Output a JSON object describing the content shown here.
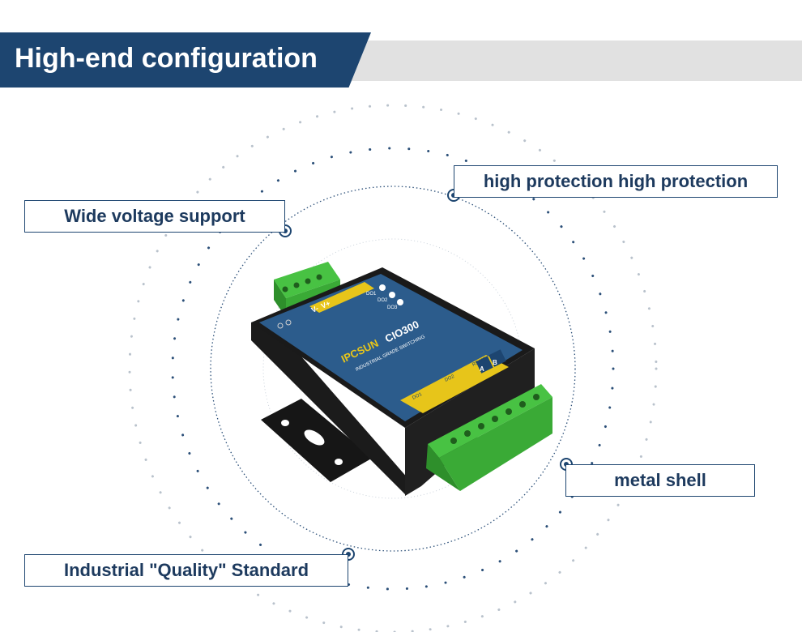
{
  "header": {
    "title": "High-end configuration"
  },
  "features": {
    "wide_voltage": "Wide voltage support",
    "protection": "high protection high protection",
    "metal_shell": "metal shell",
    "quality": "Industrial \"Quality\" Standard"
  },
  "device": {
    "brand": "IPCSUN",
    "model": "CIO300",
    "subtitle": "INDUSTRIAL GRADE SWITCHING",
    "power_label_neg": "V-",
    "power_label_pos": "V+",
    "led_1": "DO1",
    "led_2": "DO2",
    "led_3": "DO3",
    "port_a": "A",
    "port_b": "B",
    "group_do1": "DO1",
    "group_do2": "DO2",
    "group_rs485": "RS485"
  },
  "colors": {
    "header_blue": "#1d4570",
    "header_gray": "#e1e1e1",
    "terminal_green": "#3db53a",
    "panel_blue": "#2c5c8c",
    "label_text": "#1d3a5e"
  }
}
